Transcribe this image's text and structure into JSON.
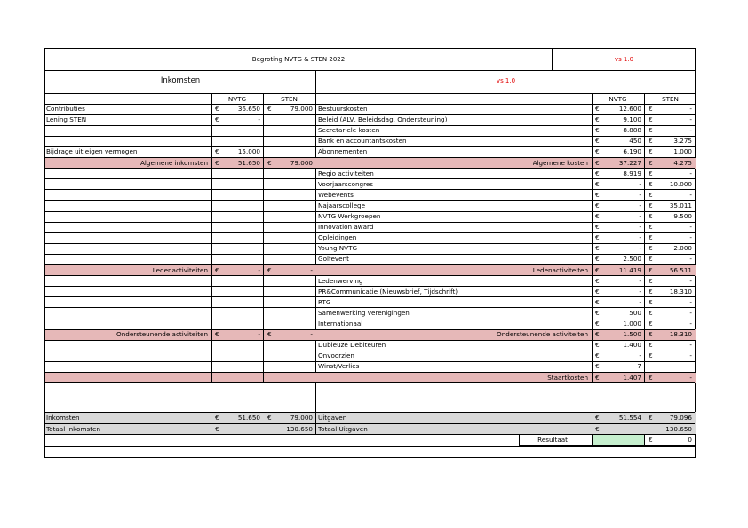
{
  "header": {
    "title": "Begroting  NVTG & STEN  2022",
    "version": "vs 1.0"
  },
  "left": {
    "heading": "Inkomsten",
    "col_nvtg": "NVTG",
    "col_sten": "STEN",
    "rows": [
      {
        "label": "Contributies",
        "nvtg_cur": "€",
        "nvtg": "36.650",
        "sten_cur": "€",
        "sten": "79.000"
      },
      {
        "label": "Lening STEN",
        "nvtg_cur": "€",
        "nvtg": "-",
        "sten_cur": "",
        "sten": ""
      },
      {
        "label": "",
        "nvtg_cur": "",
        "nvtg": "",
        "sten_cur": "",
        "sten": ""
      },
      {
        "label": "",
        "nvtg_cur": "",
        "nvtg": "",
        "sten_cur": "",
        "sten": ""
      },
      {
        "label": "Bijdrage uit eigen vermogen",
        "nvtg_cur": "€",
        "nvtg": "15.000",
        "sten_cur": "",
        "sten": ""
      }
    ],
    "algemene": {
      "label": "Algemene inkomsten",
      "nvtg_cur": "€",
      "nvtg": "51.650",
      "sten_cur": "€",
      "sten": "79.000"
    },
    "leden": {
      "label": "Ledenactiviteiten",
      "nvtg_cur": "€",
      "nvtg": "-",
      "sten_cur": "€",
      "sten": "-"
    },
    "ondersteunende": {
      "label": "Ondersteunende activiteiten",
      "nvtg_cur": "€",
      "nvtg": "-",
      "sten_cur": "€",
      "sten": "-"
    }
  },
  "right": {
    "version": "vs 1.0",
    "col_nvtg": "NVTG",
    "col_sten": "STEN",
    "rows1": [
      {
        "label": "Bestuurskosten",
        "nvtg": "12.600",
        "sten": "-"
      },
      {
        "label": "Beleid (ALV, Beleidsdag, Ondersteuning)",
        "nvtg": "9.100",
        "sten": "-"
      },
      {
        "label": "Secretariele kosten",
        "nvtg": "8.888",
        "sten": "-"
      },
      {
        "label": "Bank en accountantskosten",
        "nvtg": "450",
        "sten": "3.275"
      },
      {
        "label": "Abonnementen",
        "nvtg": "6.190",
        "sten": "1.000"
      }
    ],
    "algemene": {
      "label": "Algemene kosten",
      "nvtg": "37.227",
      "sten": "4.275"
    },
    "rows2": [
      {
        "label": "Regio activiteiten",
        "nvtg": "8.919",
        "sten": "-"
      },
      {
        "label": "Voorjaarscongres",
        "nvtg": "-",
        "sten": "10.000"
      },
      {
        "label": "Webevents",
        "nvtg": "-",
        "sten": "-"
      },
      {
        "label": "Najaarscollege",
        "nvtg": "-",
        "sten": "35.011"
      },
      {
        "label": "NVTG Werkgroepen",
        "nvtg": "-",
        "sten": "9.500"
      },
      {
        "label": "Innovation award",
        "nvtg": "-",
        "sten": "-"
      },
      {
        "label": "Opleidingen",
        "nvtg": "-",
        "sten": "-"
      },
      {
        "label": "Young NVTG",
        "nvtg": "-",
        "sten": "2.000"
      },
      {
        "label": "Golfevent",
        "nvtg": "2.500",
        "sten": "-"
      }
    ],
    "leden": {
      "label": "Ledenactiviteiten",
      "nvtg": "11.419",
      "sten": "56.511"
    },
    "rows3": [
      {
        "label": "Ledenwerving",
        "nvtg": "-",
        "sten": "-"
      },
      {
        "label": "PR&Communicatie (Nieuwsbrief, Tijdschrift)",
        "nvtg": "-",
        "sten": "18.310"
      },
      {
        "label": "RTG",
        "nvtg": "-",
        "sten": "-"
      },
      {
        "label": "Samenwerking verenigingen",
        "nvtg": "500",
        "sten": "-"
      },
      {
        "label": "Internationaal",
        "nvtg": "1.000",
        "sten": "-"
      }
    ],
    "ondersteunende": {
      "label": "Ondersteunende activiteiten",
      "nvtg": "1.500",
      "sten": "18.310"
    },
    "rows4": [
      {
        "label": "Dubieuze Debiteuren",
        "nvtg_cur": "€",
        "nvtg": "1.400",
        "sten_cur": "€",
        "sten": "-"
      },
      {
        "label": "Onvoorzien",
        "nvtg_cur": "€",
        "nvtg": "-",
        "sten_cur": "€",
        "sten": "-"
      },
      {
        "label": "Winst/Verlies",
        "nvtg_cur": "€",
        "nvtg": "7",
        "sten_cur": "",
        "sten": ""
      }
    ],
    "staart": {
      "label": "Staartkosten",
      "nvtg": "1.407",
      "sten": "-"
    }
  },
  "totals": {
    "inkomsten_label": "Inkomsten",
    "inkomsten_nvtg": "51.650",
    "inkomsten_sten": "79.000",
    "totaal_inkomsten_label": "Totaal Inkomsten",
    "totaal_inkomsten": "130.650",
    "uitgaven_label": "Uitgaven",
    "uitgaven_nvtg": "51.554",
    "uitgaven_sten": "79.096",
    "totaal_uitgaven_label": "Totaal Uitgaven",
    "totaal_uitgaven": "130.650",
    "resultaat_label": "Resultaat",
    "resultaat": "0"
  },
  "currency_symbol": "€",
  "colors": {
    "band_pink": "#e6b8b8",
    "band_gray": "#d9d9d9",
    "result_green": "#c6efce",
    "accent_red": "#e00000"
  }
}
